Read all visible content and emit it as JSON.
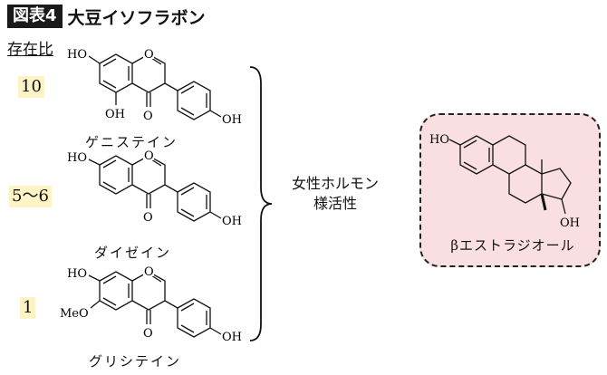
{
  "figure": {
    "badge": "図表4",
    "title": "大豆イソフラボン"
  },
  "ratio_header": "存在比",
  "isoflavones": [
    {
      "ratio": "10",
      "name": "ゲニステイン"
    },
    {
      "ratio": "5〜6",
      "name": "ダイゼイン"
    },
    {
      "ratio": "1",
      "name": "グリシテイン"
    }
  ],
  "hormone": {
    "line1": "女性ホルモン",
    "line2": "様活性"
  },
  "estradiol": {
    "name": "βエストラジオール"
  },
  "atoms": {
    "ho": "HO",
    "oh": "OH",
    "o": "O",
    "meo": "MeO"
  },
  "colors": {
    "highlight": "#fdf3c5",
    "estradiol_bg": "#f9dfe2",
    "badge_bg": "#1a1a1a"
  }
}
